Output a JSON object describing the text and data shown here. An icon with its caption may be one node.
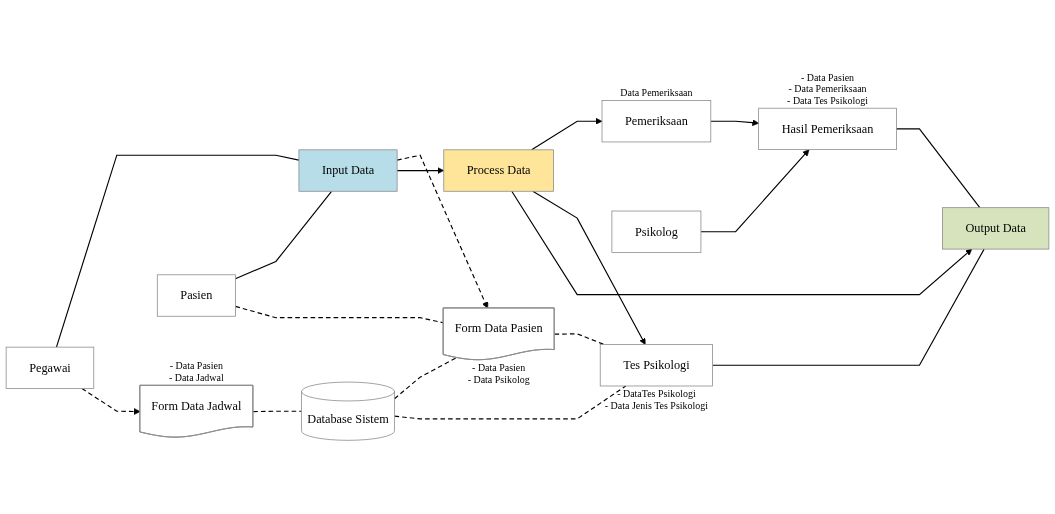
{
  "diagram": {
    "nodes": [
      {
        "text": [
          "Pegawai"
        ]
      },
      {
        "text": [
          "Form Data Jadwal"
        ],
        "beside": [
          "- Data Pasien",
          "- Data Jadwal"
        ]
      },
      {
        "text": [
          "Pemeriksaan"
        ],
        "beside": [
          "Data Pemeriksaan"
        ]
      },
      {
        "text": [
          "Hasil Pemeriksaan"
        ],
        "beside": [
          "- Data Pasien",
          "- Data Pemeriksaan",
          "- Data Tes Psikologi"
        ]
      },
      {
        "text": [
          "Psikolog"
        ]
      },
      {
        "text": [
          "Pasien"
        ]
      },
      {
        "text": [
          "Input Data"
        ]
      },
      {
        "text": [
          "Database Sistem"
        ]
      },
      {
        "text": [
          "Process Data"
        ]
      },
      {
        "text": [
          "Output Data"
        ]
      },
      {
        "text": [
          "Form Data Pasien"
        ],
        "beside": [
          "- Data Pasien",
          "- Data Psikolog"
        ]
      },
      {
        "text": [
          "Tes Psikologi"
        ],
        "beside": [
          "- DataTes Psikologi",
          "- Data Jenis Tes Psikologi"
        ]
      }
    ],
    "edges": [
      {
        "from": 0,
        "to": 6,
        "arrow": "none"
      },
      {
        "from": 0,
        "to": 1,
        "arrow": "to",
        "style": "dashed"
      },
      {
        "from": 1,
        "to": 7,
        "arrow": "none",
        "style": "dashed"
      },
      {
        "from": 5,
        "to": 6,
        "arrow": "none"
      },
      {
        "from": 5,
        "to": 10,
        "arrow": "none",
        "style": "dashed"
      },
      {
        "from": 6,
        "to": 10,
        "arrow": "to",
        "style": "dashed"
      },
      {
        "from": 6,
        "to": 8,
        "arrow": "to"
      },
      {
        "from": 7,
        "to": 10,
        "arrow": "none",
        "style": "dashed"
      },
      {
        "from": 7,
        "to": 11,
        "arrow": "none",
        "style": "dashed"
      },
      {
        "from": 10,
        "to": 11,
        "arrow": "none",
        "style": "dashed"
      },
      {
        "from": 8,
        "to": 2,
        "arrow": "to"
      },
      {
        "from": 8,
        "to": 11,
        "arrow": "to"
      },
      {
        "from": 8,
        "to": 9,
        "arrow": "to"
      },
      {
        "from": 2,
        "to": 3,
        "arrow": "to"
      },
      {
        "from": 4,
        "to": 3,
        "arrow": "to"
      },
      {
        "from": 3,
        "to": 9,
        "arrow": "none"
      },
      {
        "from": 11,
        "to": 9,
        "arrow": "none"
      }
    ]
  }
}
